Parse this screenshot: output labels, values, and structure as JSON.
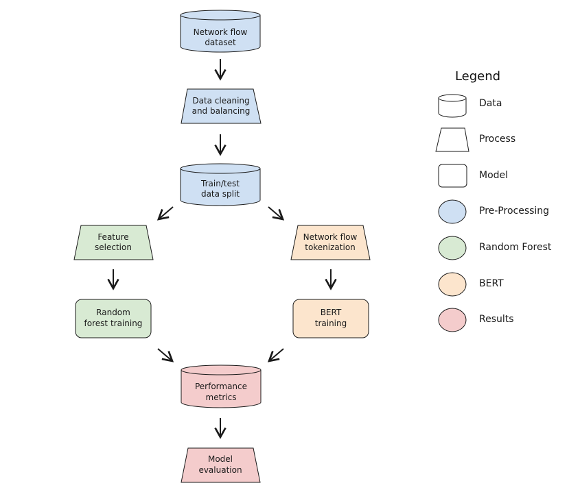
{
  "colors": {
    "preprocessing": "#cfe0f3",
    "random_forest": "#d8ead3",
    "bert": "#fce5cd",
    "results": "#f4cccc",
    "outline": "#1a1a1a"
  },
  "nodes": {
    "dataset": {
      "line1": "Network flow",
      "line2": "dataset",
      "shape": "cylinder",
      "group": "preprocessing"
    },
    "cleaning": {
      "line1": "Data cleaning",
      "line2": "and balancing",
      "shape": "trapezoid",
      "group": "preprocessing"
    },
    "split": {
      "line1": "Train/test",
      "line2": "data split",
      "shape": "cylinder",
      "group": "preprocessing"
    },
    "feature": {
      "line1": "Feature",
      "line2": "selection",
      "shape": "trapezoid",
      "group": "random_forest"
    },
    "tokenization": {
      "line1": "Network flow",
      "line2": "tokenization",
      "shape": "trapezoid",
      "group": "bert"
    },
    "rf_training": {
      "line1": "Random",
      "line2": "forest training",
      "shape": "rounded",
      "group": "random_forest"
    },
    "bert_training": {
      "line1": "BERT",
      "line2": "training",
      "shape": "rounded",
      "group": "bert"
    },
    "metrics": {
      "line1": "Performance",
      "line2": "metrics",
      "shape": "cylinder",
      "group": "results"
    },
    "evaluation": {
      "line1": "Model",
      "line2": "evaluation",
      "shape": "trapezoid",
      "group": "results"
    }
  },
  "edges": [
    {
      "from": "dataset",
      "to": "cleaning"
    },
    {
      "from": "cleaning",
      "to": "split"
    },
    {
      "from": "split",
      "to": "feature"
    },
    {
      "from": "split",
      "to": "tokenization"
    },
    {
      "from": "feature",
      "to": "rf_training"
    },
    {
      "from": "tokenization",
      "to": "bert_training"
    },
    {
      "from": "rf_training",
      "to": "metrics"
    },
    {
      "from": "bert_training",
      "to": "metrics"
    },
    {
      "from": "metrics",
      "to": "evaluation"
    }
  ],
  "legend": {
    "title": "Legend",
    "items": [
      {
        "label": "Data",
        "icon": "cylinder-icon"
      },
      {
        "label": "Process",
        "icon": "trapezoid-icon"
      },
      {
        "label": "Model",
        "icon": "rounded-rect-icon"
      },
      {
        "label": "Pre-Processing",
        "icon": "circle-icon",
        "color": "#cfe0f3"
      },
      {
        "label": "Random Forest",
        "icon": "circle-icon",
        "color": "#d8ead3"
      },
      {
        "label": "BERT",
        "icon": "circle-icon",
        "color": "#fce5cd"
      },
      {
        "label": "Results",
        "icon": "circle-icon",
        "color": "#f4cccc"
      }
    ]
  }
}
